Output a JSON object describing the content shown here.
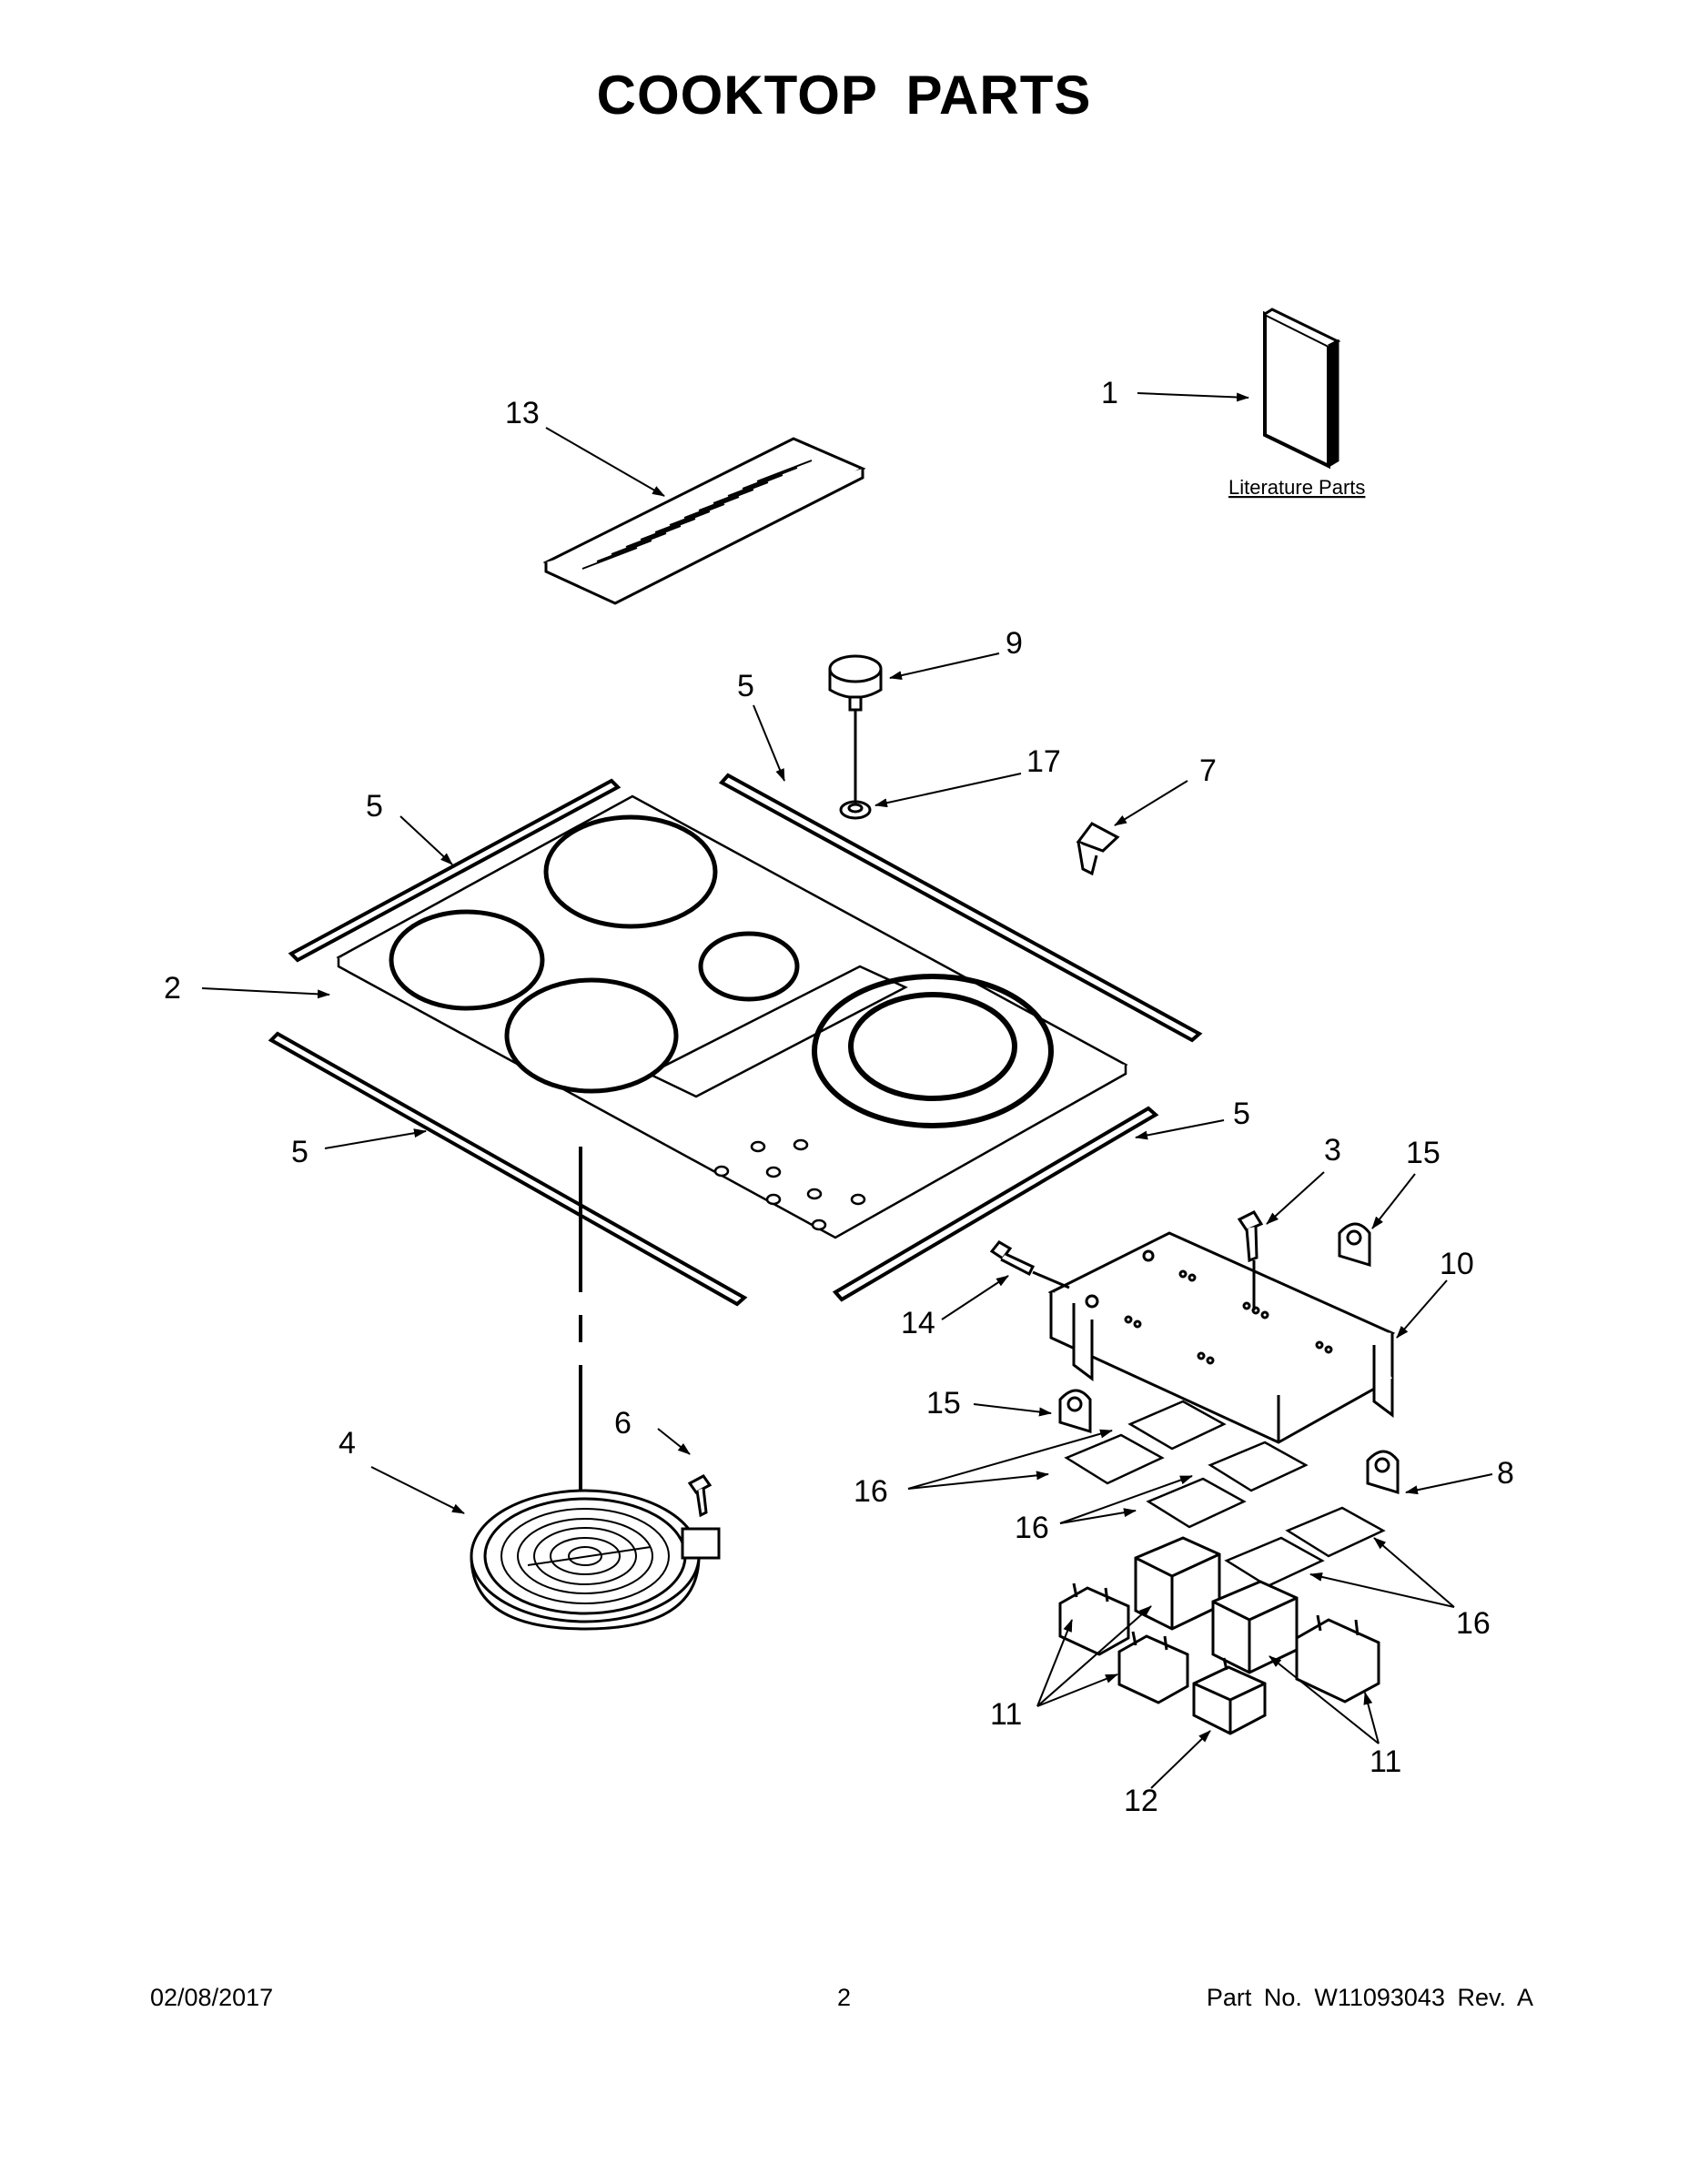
{
  "title": "COOKTOP PARTS",
  "literature_label": "Literature Parts",
  "callouts": {
    "c1": "1",
    "c2": "2",
    "c3": "3",
    "c4": "4",
    "c5a": "5",
    "c5b": "5",
    "c5c": "5",
    "c5d": "5",
    "c6": "6",
    "c7": "7",
    "c8": "8",
    "c9": "9",
    "c10": "10",
    "c11a": "11",
    "c11b": "11",
    "c12": "12",
    "c13": "13",
    "c14": "14",
    "c15a": "15",
    "c15b": "15",
    "c16a": "16",
    "c16b": "16",
    "c16c": "16",
    "c17": "17"
  },
  "footer": {
    "date": "02/08/2017",
    "page": "2",
    "part_no": "Part No.  W11093043  Rev.  A"
  }
}
